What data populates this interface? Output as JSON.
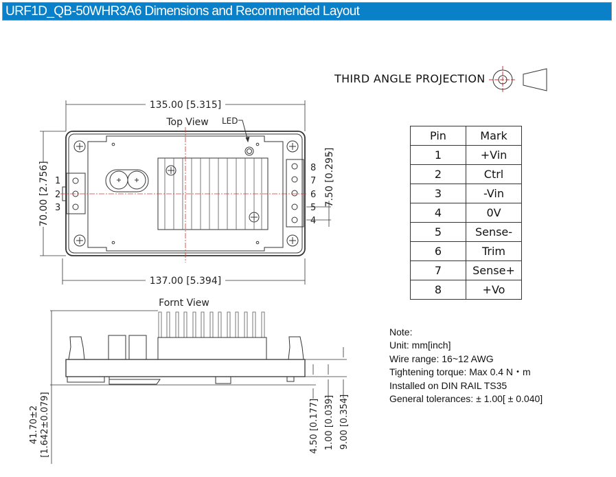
{
  "header": {
    "title": "URF1D_QB-50WHR3A6 Dimensions and Recommended Layout"
  },
  "projection": {
    "label": "THIRD ANGLE PROJECTION"
  },
  "top_view": {
    "label": "Top View",
    "led_label": "LED",
    "dim_top": "135.00 [5.315]",
    "dim_bottom": "137.00 [5.394]",
    "dim_left": "70.00 [2.756]",
    "dim_right": "7.50 [0.295]",
    "left_pins": [
      "1",
      "2",
      "3"
    ],
    "right_pins": [
      "8",
      "7",
      "6",
      "5",
      "4"
    ]
  },
  "front_view": {
    "label": "Fornt View",
    "dim_height": "41.70±2",
    "dim_height_inch": "[1.642±0.079]",
    "dim_a": "4.50 [0.177]",
    "dim_b": "1.00 [0.039]",
    "dim_c": "9.00 [0.354]"
  },
  "pin_table": {
    "headers": [
      "Pin",
      "Mark"
    ],
    "rows": [
      [
        "1",
        "+Vin"
      ],
      [
        "2",
        "Ctrl"
      ],
      [
        "3",
        "-Vin"
      ],
      [
        "4",
        "0V"
      ],
      [
        "5",
        "Sense-"
      ],
      [
        "6",
        "Trim"
      ],
      [
        "7",
        "Sense+"
      ],
      [
        "8",
        "+Vo"
      ]
    ]
  },
  "notes": [
    "Note:",
    "Unit: mm[inch]",
    "Wire range: 16~12 AWG",
    "Tightening torque: Max 0.4 N・m",
    "Installed on DIN RAIL TS35",
    "General tolerances: ± 1.00[ ± 0.040]"
  ],
  "colors": {
    "header_bg": "#0a80c8",
    "centerline": "#e03030"
  }
}
